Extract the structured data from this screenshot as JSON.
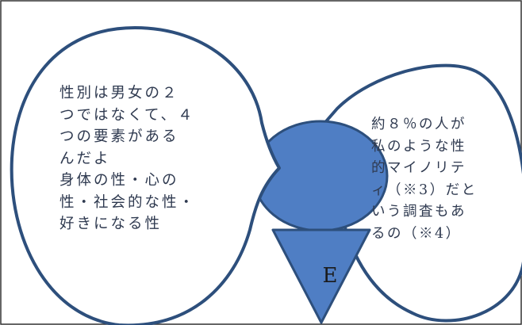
{
  "left_bubble": {
    "lines": [
      "性別は男女の２",
      "つではなくて、４",
      "つの要素がある",
      "んだよ",
      "身体の性・心の",
      "性・社会的な性・",
      "好きになる性"
    ]
  },
  "right_bubble": {
    "lines": [
      "約８％の人が",
      "私のような性",
      "的マイノリテ",
      "ィ（※3）だと",
      "いう調査もあ",
      "るの（※4）"
    ]
  },
  "figure": {
    "label": "E",
    "fill_color": "#4f7ec4",
    "stroke_color": "#2d4f7c",
    "bubble_stroke": "#2d4f7c"
  }
}
